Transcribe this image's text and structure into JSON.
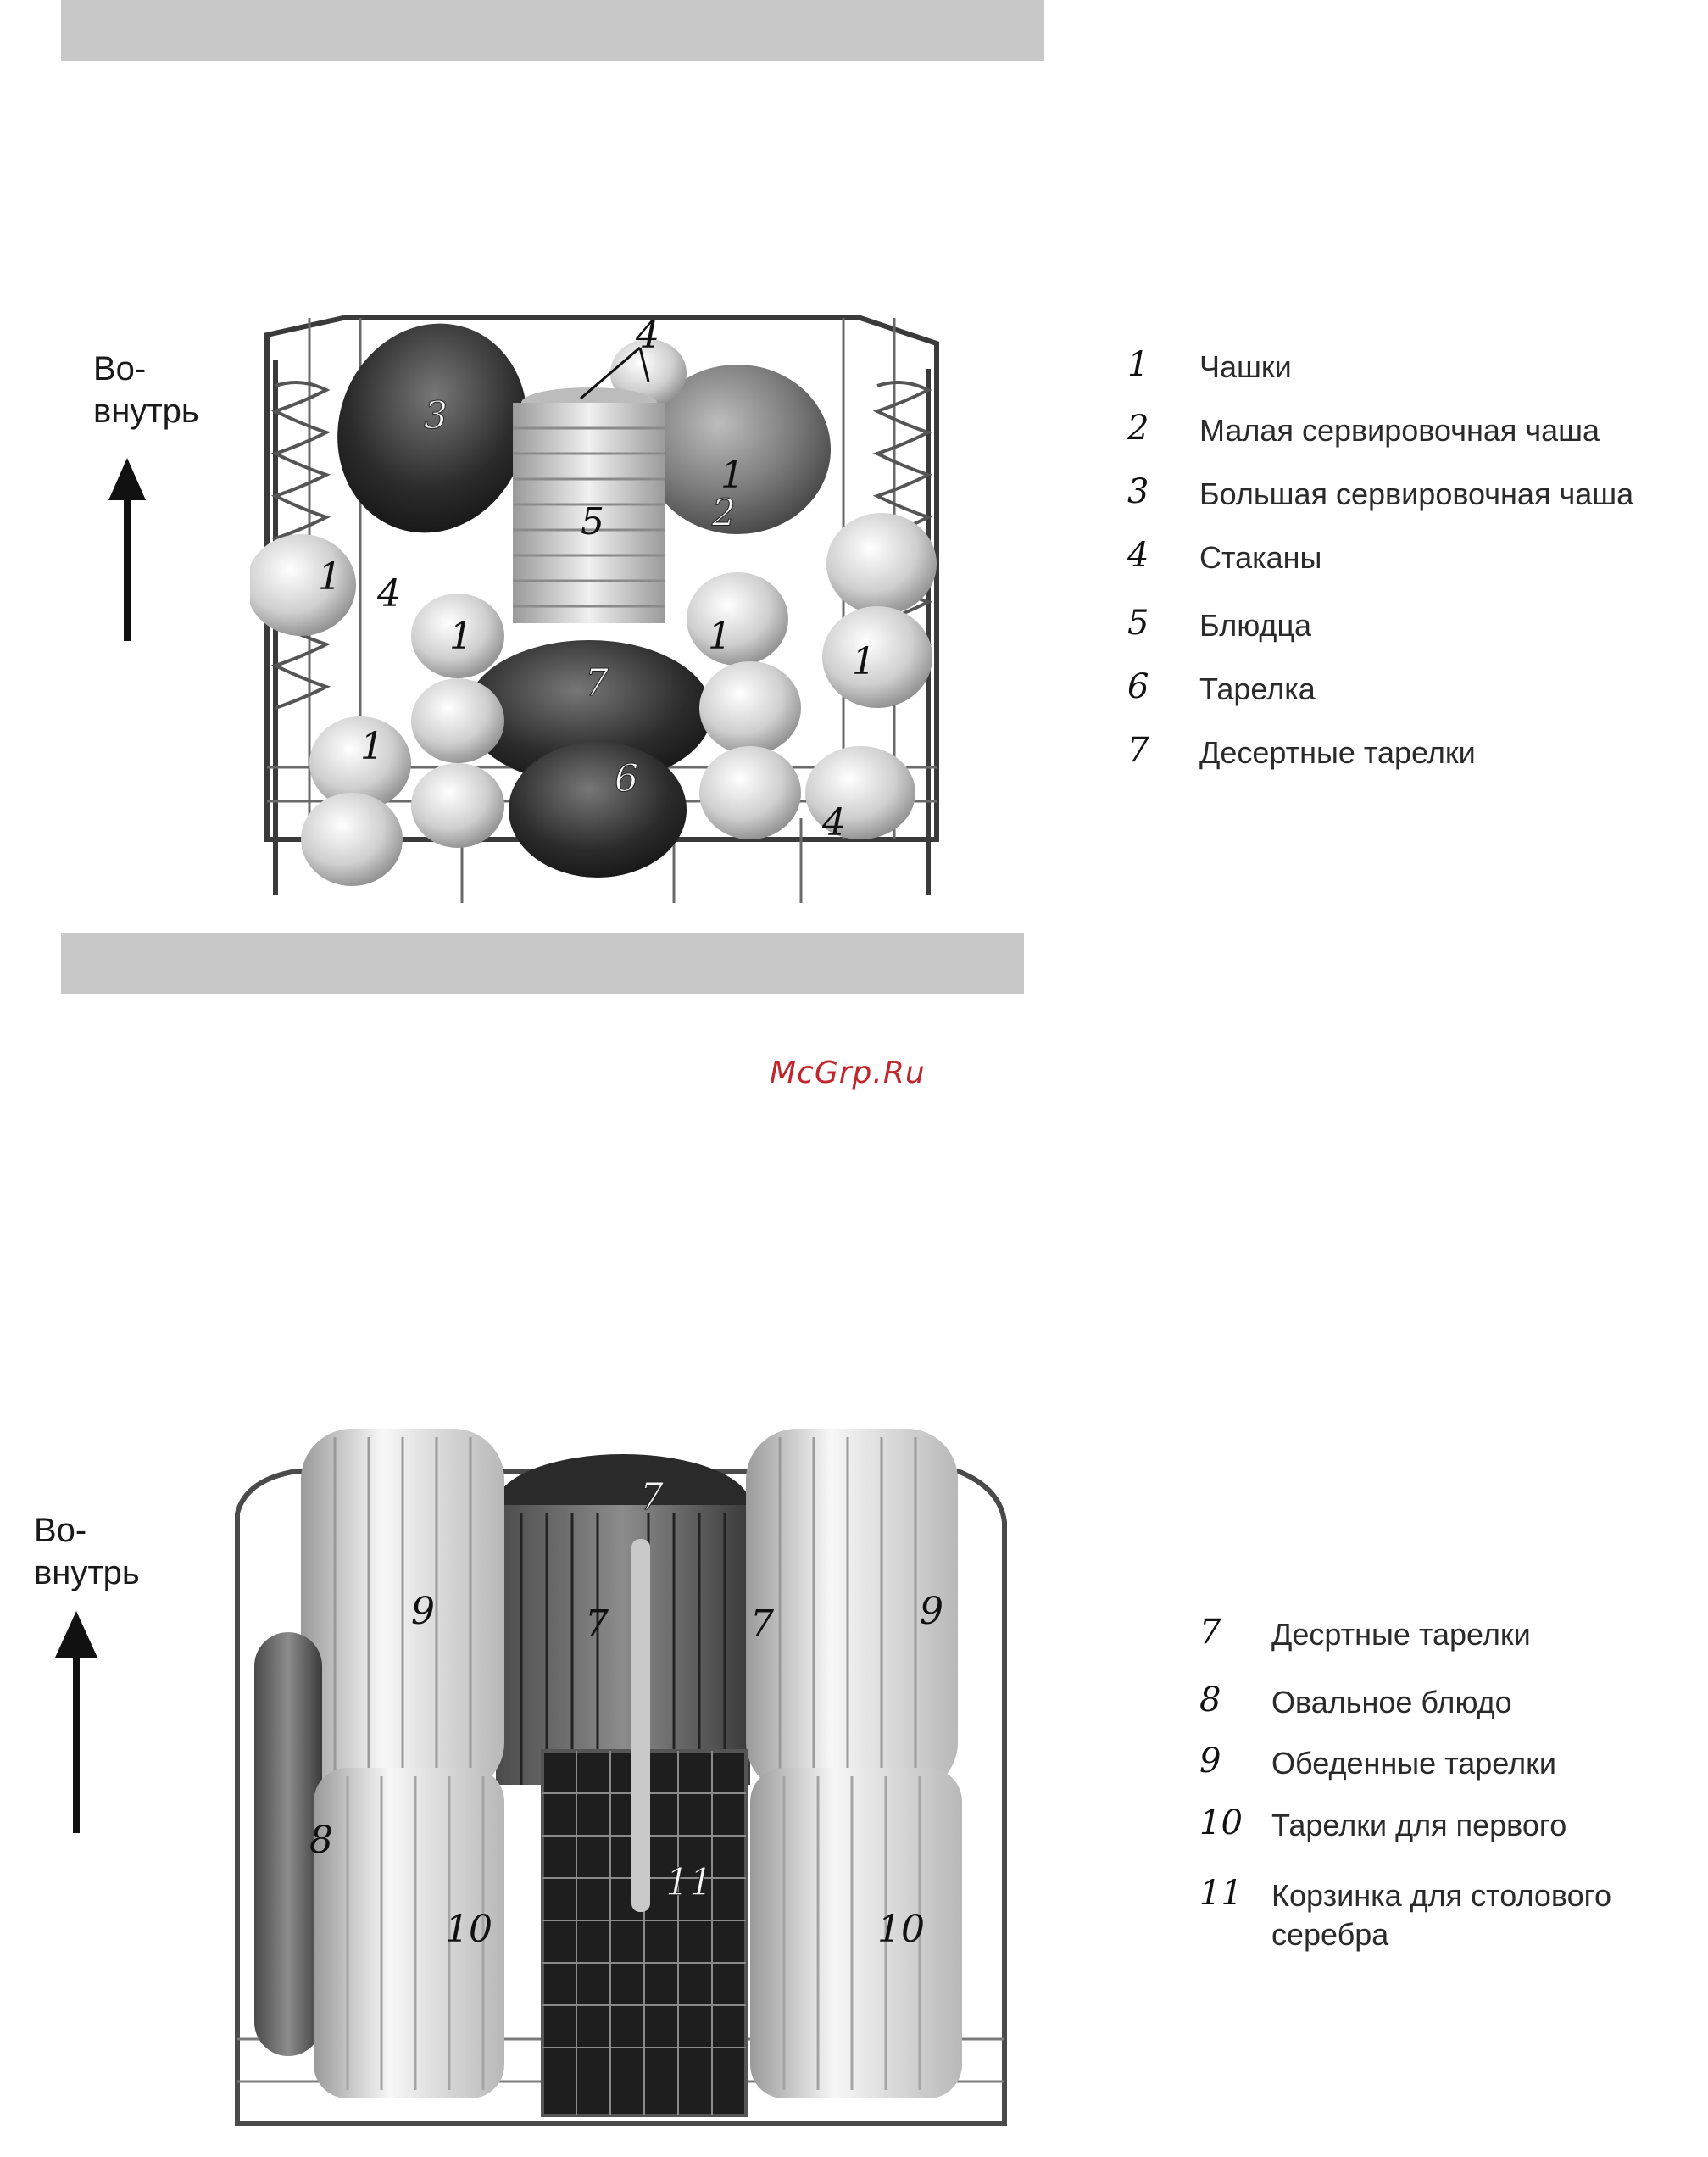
{
  "upper": {
    "direction_label": "Во-\nвнутрь",
    "callouts": [
      "1",
      "2",
      "3",
      "4",
      "5",
      "6",
      "7"
    ],
    "legend": [
      {
        "num": "1",
        "label": "Чашки"
      },
      {
        "num": "2",
        "label": "Малая сервировочная чаша"
      },
      {
        "num": "3",
        "label": "Большая сервировочная чаша"
      },
      {
        "num": "4",
        "label": "Стаканы"
      },
      {
        "num": "5",
        "label": "Блюдца"
      },
      {
        "num": "6",
        "label": "Тарелка"
      },
      {
        "num": "7",
        "label": "Десертные тарелки"
      }
    ]
  },
  "watermark": "McGrp.Ru",
  "lower": {
    "direction_label": "Во-\nвнутрь",
    "callouts": [
      "7",
      "8",
      "9",
      "10",
      "11"
    ],
    "legend": [
      {
        "num": "7",
        "label": "Десртные тарелки"
      },
      {
        "num": "8",
        "label": "Овальное блюдо"
      },
      {
        "num": "9",
        "label": "Обеденные тарелки"
      },
      {
        "num": "10",
        "label": "Тарелки для первого"
      },
      {
        "num": "11",
        "label": "Корзинка для столового\nсеребра"
      }
    ]
  }
}
